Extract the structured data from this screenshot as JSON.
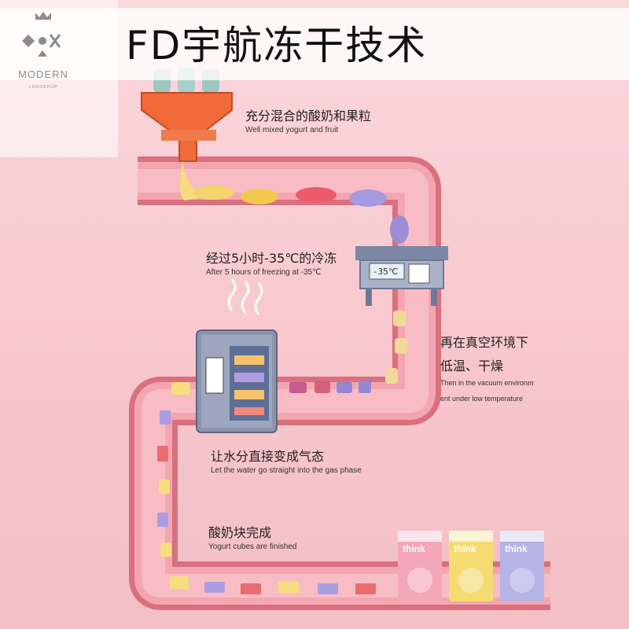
{
  "title": "FD宇航冻干技术",
  "logo": {
    "word": "MODERN",
    "sub": "LOGOSHOP"
  },
  "steps": [
    {
      "zh": "充分混合的酸奶和果粒",
      "en": "Well mixed yogurt and fruit"
    },
    {
      "zh": "经过5小时-35℃的冷冻",
      "en": "After 5 hours of freezing at -35℃"
    },
    {
      "zh1": "再在真空环境下",
      "zh2": "低温、干燥",
      "en1": "Then in the vacuum environm",
      "en2": "ent under low temperature"
    },
    {
      "zh": "让水分直接变成气态",
      "en": "Let the water go straight into the gas phase"
    },
    {
      "zh": "酸奶块完成",
      "en": "Yogurt cubes are finished"
    }
  ],
  "freezer_display": "-35℃",
  "products": [
    {
      "brand": "think",
      "color": "#f3a7b8"
    },
    {
      "brand": "think",
      "color": "#f6dc70"
    },
    {
      "brand": "think",
      "color": "#b6b3e6"
    }
  ],
  "colors": {
    "belt": "#f09aa6",
    "belt_edge": "#d9707f",
    "funnel": "#f06a3a",
    "machine": "#8b93ad"
  }
}
